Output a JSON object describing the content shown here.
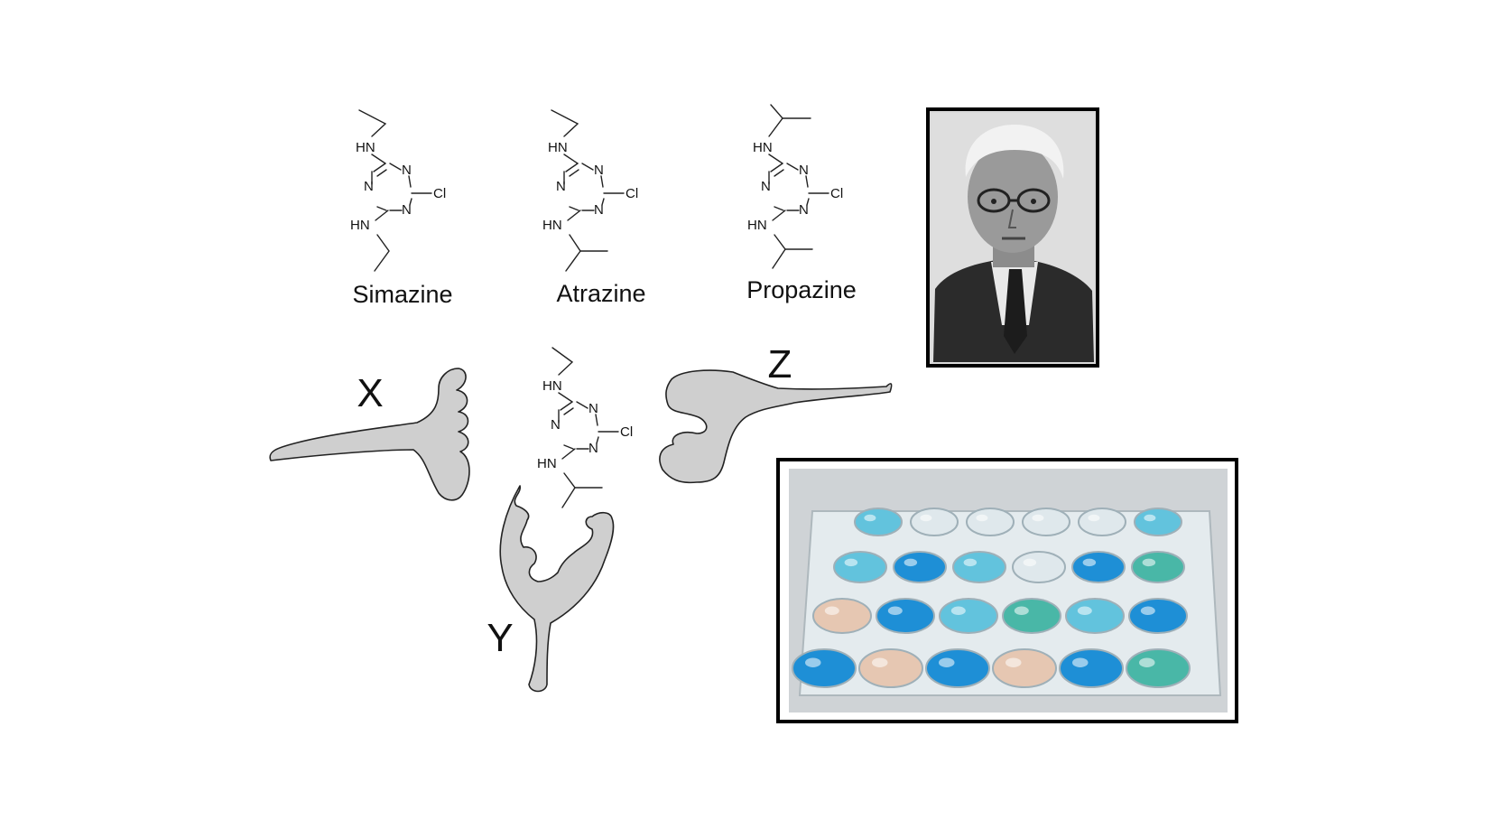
{
  "compounds": [
    {
      "name": "Simazine"
    },
    {
      "name": "Atrazine"
    },
    {
      "name": "Propazine"
    }
  ],
  "atom_labels": {
    "amine": "HN",
    "nitrogen": "N",
    "chlorine": "Cl"
  },
  "antibody_labels": {
    "x": "X",
    "y": "Y",
    "z": "Z"
  },
  "photos": {
    "portrait": {
      "subject": "black-and-white portrait of an elderly man in a suit"
    },
    "well_plate": {
      "subject": "24-well plate with blue and clear assay solutions"
    }
  },
  "colors": {
    "antibody_fill": "#cfcfcf",
    "frame": "#000000",
    "blue_strong": "#1e8fd6",
    "blue_light": "#62c3dd",
    "teal": "#49b7a7",
    "peach": "#e6c7b2"
  }
}
